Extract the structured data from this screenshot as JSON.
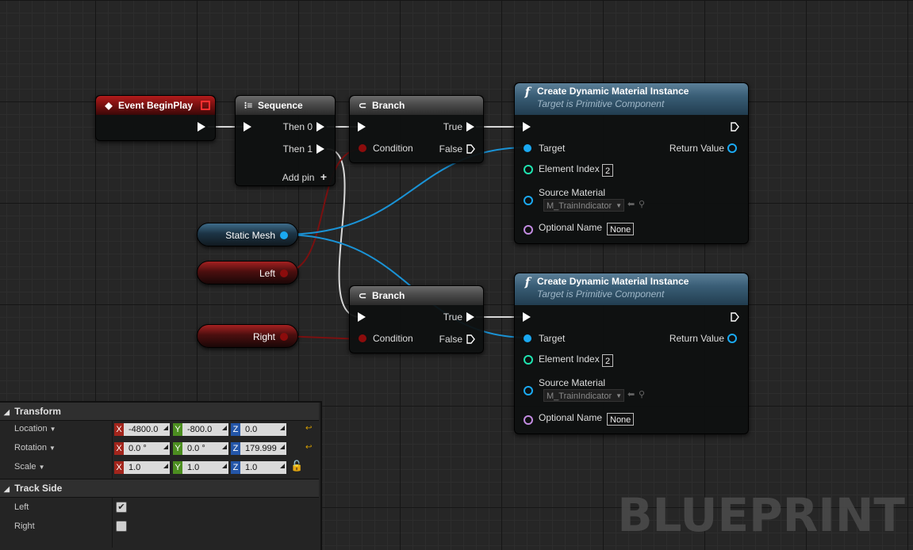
{
  "watermark": "BLUEPRINT",
  "nodes": {
    "begin_play": {
      "title": "Event BeginPlay"
    },
    "sequence": {
      "title": "Sequence",
      "then0": "Then 0",
      "then1": "Then 1",
      "add_pin": "Add pin"
    },
    "branch1": {
      "title": "Branch",
      "true_label": "True",
      "false_label": "False",
      "condition": "Condition"
    },
    "branch2": {
      "title": "Branch",
      "true_label": "True",
      "false_label": "False",
      "condition": "Condition"
    },
    "cdmi1": {
      "title": "Create Dynamic Material Instance",
      "subtitle": "Target is Primitive Component",
      "target": "Target",
      "return_value": "Return Value",
      "element_index_label": "Element Index",
      "element_index": "2",
      "source_material_label": "Source Material",
      "source_material": "M_TrainIndicator",
      "optional_name_label": "Optional Name",
      "optional_name": "None"
    },
    "cdmi2": {
      "title": "Create Dynamic Material Instance",
      "subtitle": "Target is Primitive Component",
      "target": "Target",
      "return_value": "Return Value",
      "element_index_label": "Element Index",
      "element_index": "2",
      "source_material_label": "Source Material",
      "source_material": "M_TrainIndicator",
      "optional_name_label": "Optional Name",
      "optional_name": "None"
    }
  },
  "variables": {
    "static_mesh": "Static Mesh",
    "left": "Left",
    "right": "Right"
  },
  "details": {
    "transform": {
      "header": "Transform",
      "location_label": "Location",
      "rotation_label": "Rotation",
      "scale_label": "Scale",
      "location": {
        "x": "-4800.0",
        "y": "-800.0",
        "z": "0.0"
      },
      "rotation": {
        "x": "0.0 °",
        "y": "0.0 °",
        "z": "179.999"
      },
      "scale": {
        "x": "1.0",
        "y": "1.0",
        "z": "1.0"
      }
    },
    "track_side": {
      "header": "Track Side",
      "left_label": "Left",
      "left_checked": true,
      "right_label": "Right",
      "right_checked": false
    }
  },
  "colors": {
    "exec_wire": "#ffffff",
    "object_pin": "#1aa9f2",
    "bool_pin": "#8c0c0c",
    "int_pin": "#1fe3af",
    "name_pin": "#c28be0"
  }
}
